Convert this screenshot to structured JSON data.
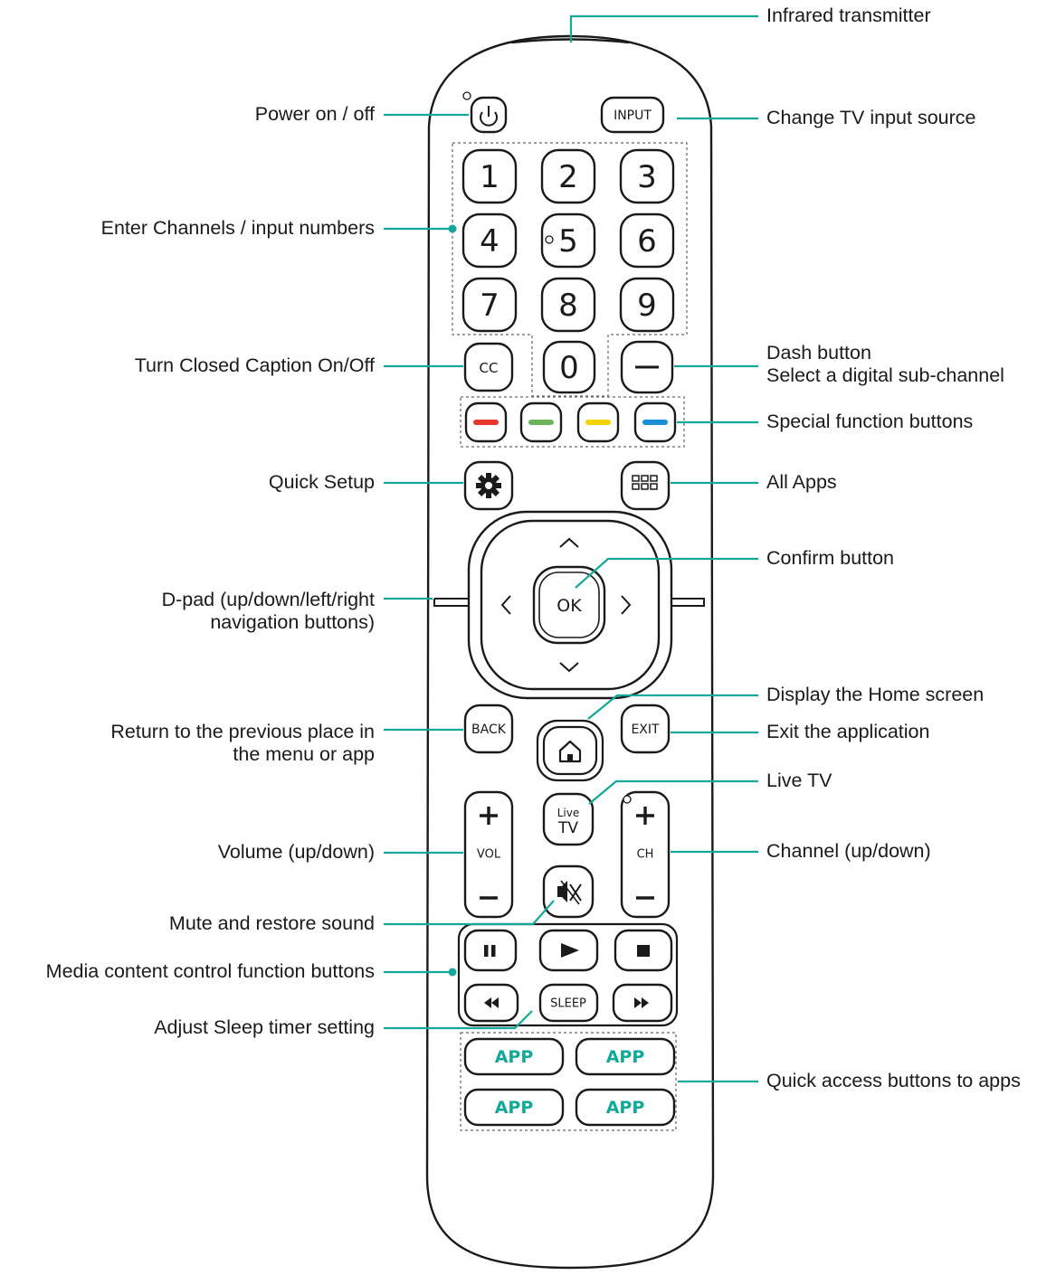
{
  "callouts_left": [
    {
      "id": "power",
      "text": "Power on / off"
    },
    {
      "id": "numbers",
      "text": "Enter Channels / input numbers"
    },
    {
      "id": "cc",
      "text": "Turn Closed Caption On/Off"
    },
    {
      "id": "setup",
      "text": "Quick Setup"
    },
    {
      "id": "dpad",
      "line1": "D-pad (up/down/left/right",
      "line2": "navigation buttons)"
    },
    {
      "id": "back",
      "line1": "Return to the previous place in",
      "line2": "the menu or app"
    },
    {
      "id": "volume",
      "text": "Volume (up/down)"
    },
    {
      "id": "mute",
      "text": "Mute and restore sound"
    },
    {
      "id": "media",
      "text": "Media content control function buttons"
    },
    {
      "id": "sleep",
      "text": "Adjust Sleep timer setting"
    }
  ],
  "callouts_right": [
    {
      "id": "ir",
      "text": "Infrared transmitter"
    },
    {
      "id": "input",
      "text": "Change TV input source"
    },
    {
      "id": "dash",
      "line1": "Dash button",
      "line2": "Select a digital sub-channel"
    },
    {
      "id": "special",
      "text": "Special function buttons"
    },
    {
      "id": "allapps",
      "text": "All Apps"
    },
    {
      "id": "ok",
      "text": "Confirm button"
    },
    {
      "id": "home",
      "text": "Display the Home screen"
    },
    {
      "id": "exit",
      "text": "Exit the application"
    },
    {
      "id": "livetv",
      "text": "Live TV"
    },
    {
      "id": "channel",
      "text": "Channel (up/down)"
    },
    {
      "id": "apps",
      "text": "Quick access buttons to apps"
    }
  ],
  "remote": {
    "input_label": "INPUT",
    "digits": [
      "1",
      "2",
      "3",
      "4",
      "5",
      "6",
      "7",
      "8",
      "9"
    ],
    "zero": "0",
    "cc_label": "CC",
    "ok_label": "OK",
    "back_label": "BACK",
    "exit_label": "EXIT",
    "live_label_top": "Live",
    "live_label_bottom": "TV",
    "vol_label": "VOL",
    "ch_label": "CH",
    "sleep_label": "SLEEP",
    "app_label": "APP",
    "color_keys": [
      "#e8372b",
      "#6cb55a",
      "#f2d200",
      "#1a8fd6"
    ],
    "accent_color": "#12a89a"
  }
}
